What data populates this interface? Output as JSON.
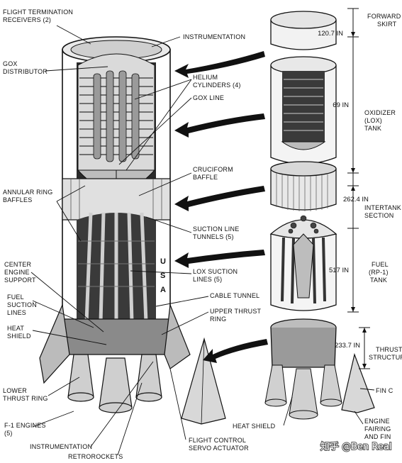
{
  "labels": {
    "flight_termination_receivers": [
      "FLIGHT TERMINATION",
      "RECEIVERS (2)"
    ],
    "instrumentation_top": "INSTRUMENTATION",
    "gox_distributor": [
      "GOX",
      "DISTRIBUTOR"
    ],
    "helium_cylinders": [
      "HELIUM",
      "CYLINDERS (4)"
    ],
    "gox_line": "GOX LINE",
    "cruciform_baffle": [
      "CRUCIFORM",
      "BAFFLE"
    ],
    "annular_ring_baffles": [
      "ANNULAR RING",
      "BAFFLES"
    ],
    "suction_line_tunnels": [
      "SUCTION LINE",
      "TUNNELS (5)"
    ],
    "center_engine_support": [
      "CENTER",
      "ENGINE",
      "SUPPORT"
    ],
    "lox_suction_lines": [
      "LOX SUCTION",
      "LINES (5)"
    ],
    "fuel_suction_lines": [
      "FUEL",
      "SUCTION",
      "LINES"
    ],
    "cable_tunnel": "CABLE TUNNEL",
    "heat_shield_left": [
      "HEAT",
      "SHIELD"
    ],
    "upper_thrust_ring": [
      "UPPER THRUST",
      "RING"
    ],
    "lower_thrust_ring": [
      "LOWER",
      "THRUST RING"
    ],
    "f1_engines": [
      "F-1 ENGINES",
      "(5)"
    ],
    "instrumentation_bottom": "INSTRUMENTATION",
    "retrorockets": "RETROROCKETS",
    "flight_control_servo_actuator": [
      "FLIGHT CONTROL",
      "SERVO ACTUATOR"
    ],
    "heat_shield_right": "HEAT SHIELD",
    "fin_c": "FIN C",
    "engine_fairing_and_fin": [
      "ENGINE",
      "FAIRING",
      "AND FIN"
    ]
  },
  "sections": [
    {
      "name": [
        "FORWARD",
        "SKIRT"
      ],
      "dimension": "120.7 IN"
    },
    {
      "name": [
        "OXIDIZER",
        "(LOX)",
        "TANK"
      ],
      "dimension": "69 IN"
    },
    {
      "name": [
        "INTERTANK",
        "SECTION"
      ],
      "dimension": "262.4 IN"
    },
    {
      "name": [
        "FUEL",
        "(RP-1)",
        "TANK"
      ],
      "dimension": "517 IN"
    },
    {
      "name": [
        "THRUST",
        "STRUCTURE"
      ],
      "dimension": "233.7 IN"
    }
  ],
  "stage_markings": [
    "U",
    "S",
    "A"
  ],
  "watermark": "知乎 @Ben Real"
}
